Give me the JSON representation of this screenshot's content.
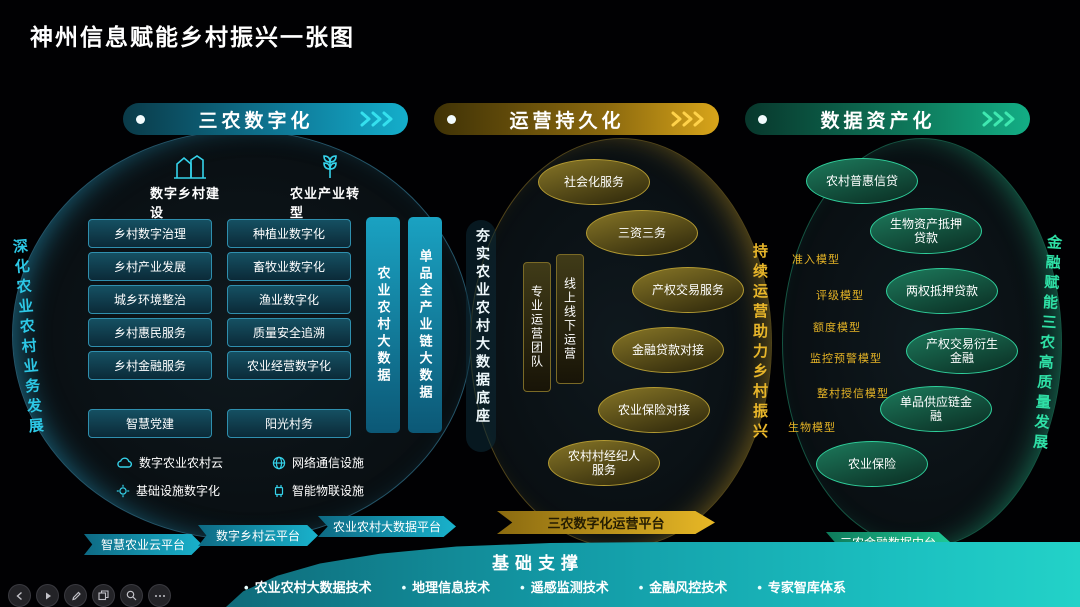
{
  "title": "神州信息赋能乡村振兴一张图",
  "col1": {
    "banner": "三农数字化",
    "side_left": "深化农业农村业务发展",
    "side_right": "夯实农业农村大数据底座",
    "group1_label": "数字乡村建设",
    "group2_label": "农业产业转型",
    "group1_items": [
      "乡村数字治理",
      "乡村产业发展",
      "城乡环境整治",
      "乡村惠民服务",
      "乡村金融服务",
      "智慧党建"
    ],
    "group2_items": [
      "种植业数字化",
      "畜牧业数字化",
      "渔业数字化",
      "质量安全追溯",
      "农业经营数字化",
      "阳光村务"
    ],
    "bars": [
      "农业农村大数据",
      "单品全产业链大数据"
    ],
    "infra": [
      "数字农业农村云",
      "网络通信设施",
      "基础设施数字化",
      "智能物联设施"
    ]
  },
  "col2": {
    "banner": "运营持久化",
    "bars": [
      "专业运营团队",
      "线上线下运营"
    ],
    "nodes": [
      "社会化服务",
      "三资三务",
      "产权交易服务",
      "金融贷款对接",
      "农业保险对接",
      "农村村经纪人服务"
    ],
    "side_right": "持续运营助力乡村振兴"
  },
  "col3": {
    "banner": "数据资产化",
    "models": [
      "准入模型",
      "评级模型",
      "额度模型",
      "监控预警模型",
      "整村授信模型",
      "生物模型"
    ],
    "nodes": [
      "农村普惠信贷",
      "生物资产抵押贷款",
      "两权抵押贷款",
      "产权交易衍生金融",
      "单品供应链金融",
      "农业保险"
    ],
    "side_right": "金融赋能三农高质量发展"
  },
  "platforms": [
    "智慧农业云平台",
    "数字乡村云平台",
    "农业农村大数据平台",
    "三农数字化运营平台",
    "三农金融数据中台"
  ],
  "foundation": {
    "title": "基础支撑",
    "items": [
      "农业农村大数据技术",
      "地理信息技术",
      "遥感监测技术",
      "金融风控技术",
      "专家智库体系"
    ]
  },
  "colors": {
    "cyan": "#14aecb",
    "gold": "#d8a51a",
    "green": "#13ae85"
  },
  "controls": [
    "previous",
    "play",
    "pen",
    "slides",
    "zoom",
    "more"
  ]
}
